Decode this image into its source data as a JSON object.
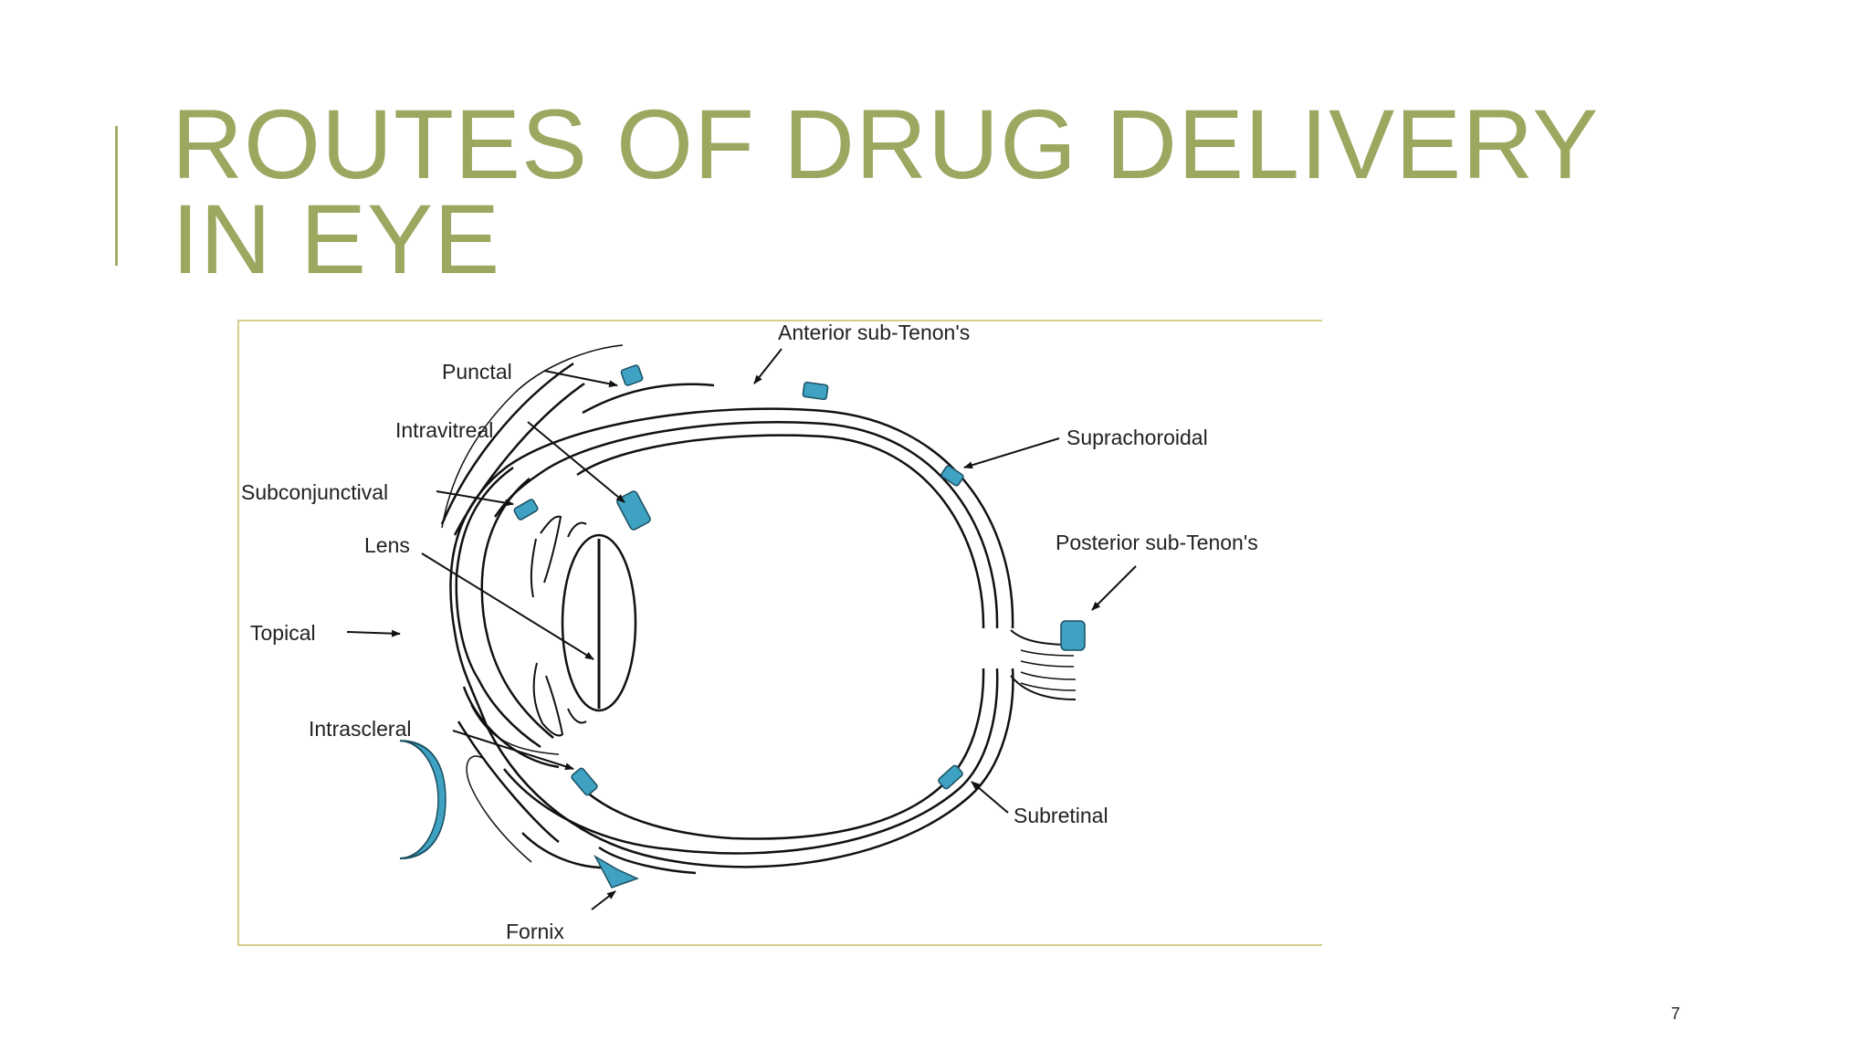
{
  "slide": {
    "title_line1": "ROUTES OF DRUG DELIVERY",
    "title_line2": "IN EYE",
    "page_number": "7",
    "title_color": "#9aa860",
    "accent_color": "#a3ad69"
  },
  "diagram": {
    "implant_color": "#3fa2c3",
    "labels": {
      "punctal": "Punctal",
      "intravitreal": "Intravitreal",
      "subconjunctival": "Subconjunctival",
      "lens": "Lens",
      "topical": "Topical",
      "intrascleral": "Intrascleral",
      "fornix": "Fornix",
      "anterior_sub_tenons": "Anterior sub-Tenon's",
      "suprachoroidal": "Suprachoroidal",
      "posterior_sub_tenons": "Posterior sub-Tenon's",
      "subretinal": "Subretinal"
    }
  }
}
